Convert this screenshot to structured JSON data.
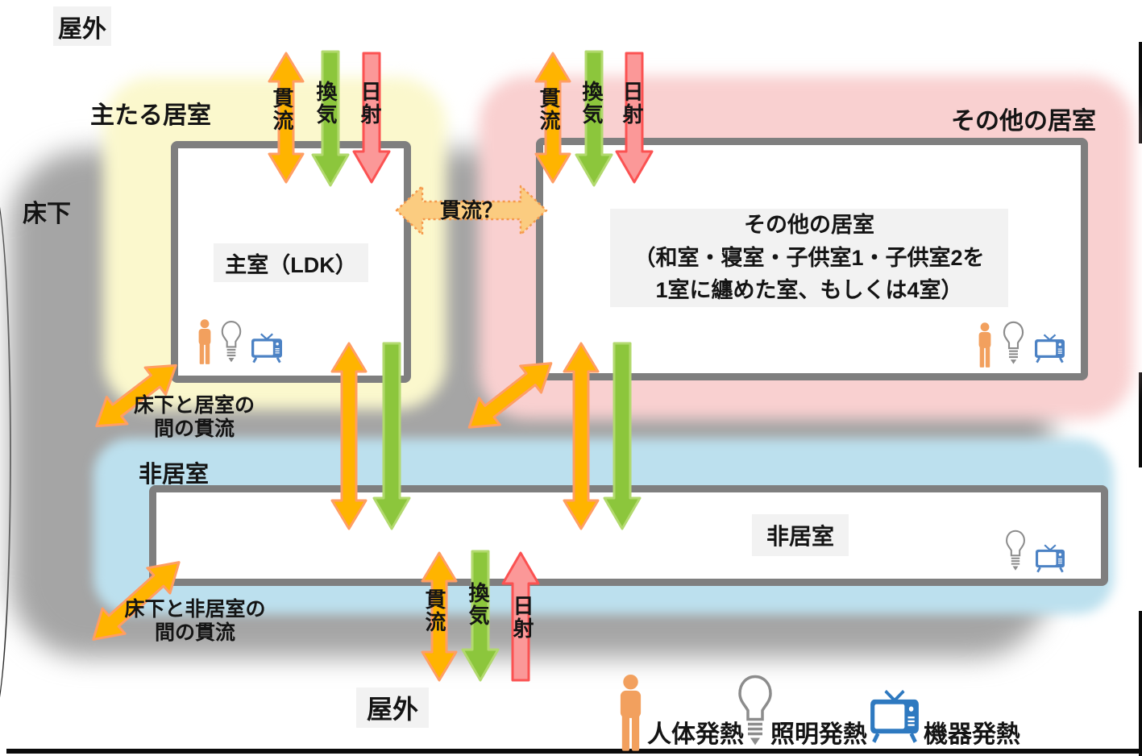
{
  "areas": {
    "outdoor_top": "屋外",
    "outdoor_bottom": "屋外",
    "main_living": "主たる居室",
    "underfloor": "床下",
    "other_living": "その他の居室",
    "non_living": "非居室"
  },
  "rooms": {
    "main_room": "主室（LDK）",
    "other_rooms_line1": "その他の居室",
    "other_rooms_line2": "（和室・寝室・子供室1・子供室2を",
    "other_rooms_line3": "1室に纏めた室、もしくは4室）",
    "non_living_room": "非居室"
  },
  "heat_flows": {
    "conduction": "貫流",
    "ventilation": "換気",
    "solar": "日射",
    "conduction_question": "貫流？",
    "underfloor_living_l1": "床下と居室の",
    "underfloor_living_l2": "間の貫流",
    "underfloor_nonliving_l1": "床下と非居室の",
    "underfloor_nonliving_l2": "間の貫流"
  },
  "legend": {
    "human_heat": "人体発熱",
    "lighting_heat": "照明発熱",
    "equipment_heat": "機器発熱"
  },
  "colors": {
    "conduction_arrow": "#FFB400",
    "conduction_arrow_border": "#FF9E64",
    "ventilation_arrow": "#8CC63C",
    "ventilation_arrow_border": "#B2D96E",
    "solar_arrow": "#FB9898",
    "solar_arrow_border": "#FB5252",
    "conduction_question_fill": "#FBCC80",
    "main_living_bg": "#FBF8CD",
    "other_living_bg": "#F9D0D0",
    "non_living_bg": "#BCE0EE",
    "underfloor_bg": "#A5A5A5",
    "wall": "#7F7F7F",
    "label_bg": "#F2F2F2",
    "human_icon": "#F2A05E",
    "tv_icon": "#2E79C0",
    "bulb_icon": "#8C8C8C"
  }
}
